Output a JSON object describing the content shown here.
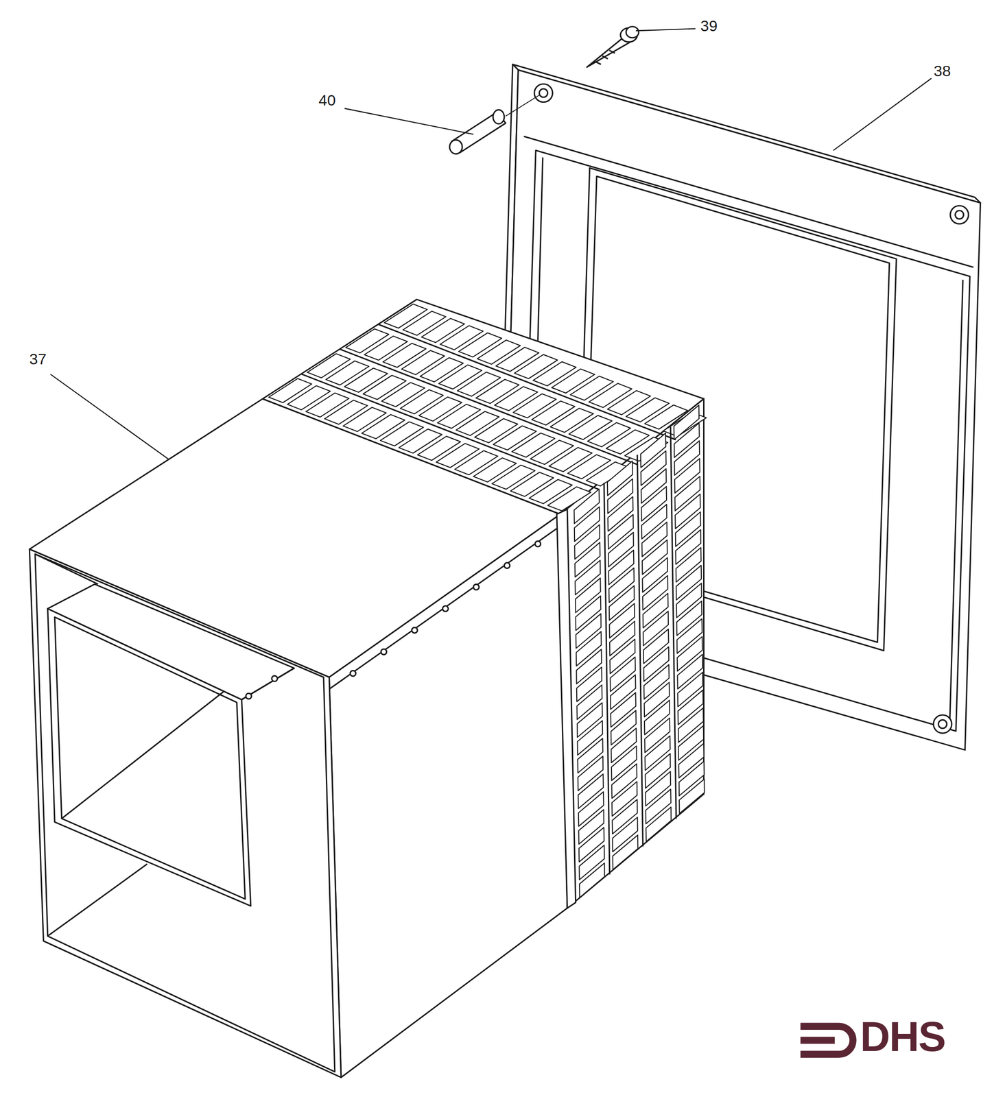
{
  "diagram": {
    "labels": [
      "39",
      "38",
      "40",
      "37",
      "DHS"
    ]
  }
}
